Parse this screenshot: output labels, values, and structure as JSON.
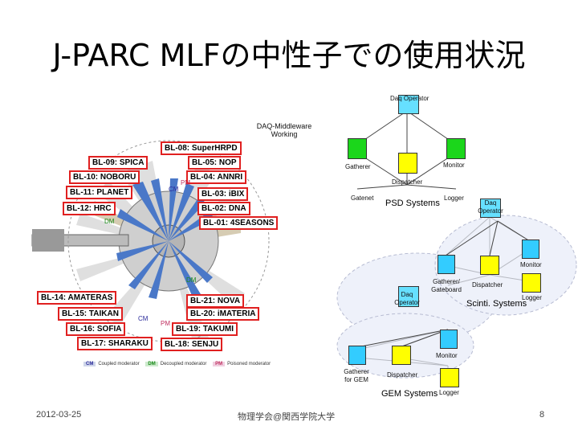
{
  "title": "J-PARC MLFの中性子での使用状況",
  "footer": {
    "date": "2012-03-25",
    "venue": "物理学会@関西学院大学",
    "page": "8"
  },
  "beamlines": [
    "BL-08: SuperHRPD",
    "BL-09: SPICA",
    "BL-05: NOP",
    "BL-10: NOBORU",
    "BL-04: ANNRI",
    "BL-11: PLANET",
    "BL-03: iBIX",
    "BL-12: HRC",
    "BL-02: DNA",
    "BL-01: 4SEASONS",
    "BL-14: AMATERAS",
    "BL-21: NOVA",
    "BL-15: TAIKAN",
    "BL-20: iMATERIA",
    "BL-16: SOFIA",
    "BL-19: TAKUMI",
    "BL-17: SHARAKU",
    "BL-18: SENJU"
  ],
  "moderators": {
    "cm": "CM",
    "pm": "PM",
    "dm": "DM"
  },
  "legend": {
    "cm": {
      "tag": "CM",
      "text": "Coupled moderator"
    },
    "dm": {
      "tag": "DM",
      "text": "Decoupled moderator"
    },
    "pm": {
      "tag": "PM",
      "text": "Poisoned moderator"
    }
  },
  "daq": {
    "middleware": "DAQ-Middleware Working",
    "operator": "Daq Operator",
    "psd": {
      "gatherer": "Gatherer",
      "monitor": "Monitor",
      "dispatcher": "Dispatcher",
      "gatenet": "Gatenet",
      "logger": "Logger",
      "system": "PSD Systems"
    },
    "scinti": {
      "operator": "Daq Operator",
      "monitor": "Monitor",
      "gatherer": "Gatherer/ Gateboard",
      "dispatcher": "Dispatcher",
      "logger": "Logger",
      "system": "Scinti. Systems"
    },
    "gem": {
      "operator": "Daq Operator",
      "monitor": "Monitor",
      "gatherer": "Gatherer for GEM",
      "dispatcher": "Dispatcher",
      "logger": "Logger",
      "system": "GEM Systems"
    }
  }
}
